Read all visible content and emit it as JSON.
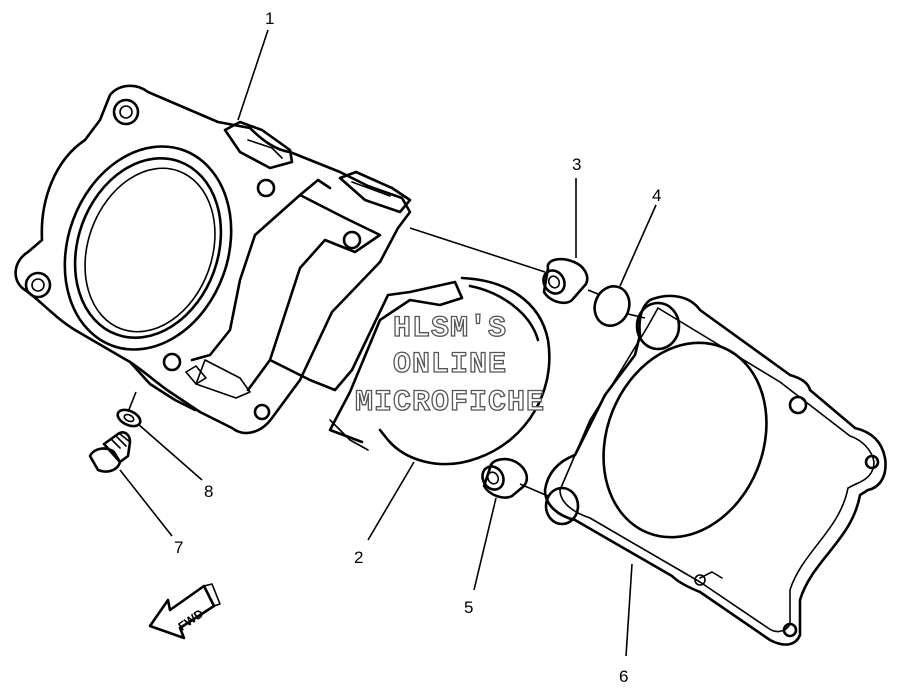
{
  "callouts": {
    "c1": "1",
    "c2": "2",
    "c3": "3",
    "c4": "4",
    "c5": "5",
    "c6": "6",
    "c7": "7",
    "c8": "8"
  },
  "fwd_label": "FWD",
  "watermark": {
    "line1": "HLSM'S",
    "line2": "ONLINE",
    "line3": "MICROFICHE"
  }
}
